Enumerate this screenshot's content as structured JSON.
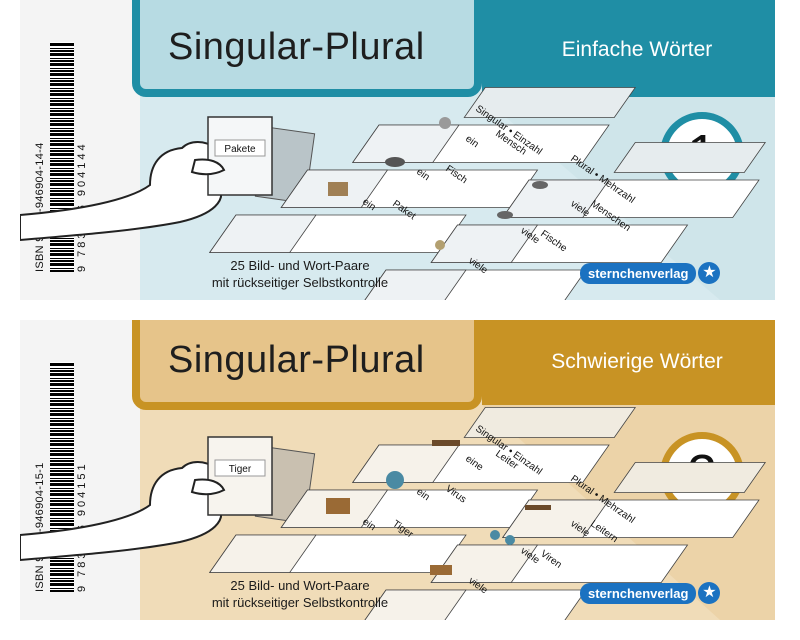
{
  "panels": [
    {
      "title": "Singular-Plural",
      "subtitle": "Einfache Wörter",
      "number": "1",
      "isbn": "ISBN 978-3-946904-14-4",
      "barcode_digits": "9 783946 904144",
      "card_word": "Pakete",
      "pairs_line1": "25 Bild- und Wort-Paare",
      "pairs_line2": "mit rückseitiger Selbstkontrolle",
      "publisher": "sternchenverlag",
      "colors": {
        "accent": "#1f8ea5",
        "title_bg": "#b7dbe3",
        "panel_bg": "#d7eaef",
        "panel_light": "#eef6f8"
      },
      "board_labels": {
        "singular": "Singular • Einzahl",
        "plural": "Plural • Mehrzahl",
        "cards": [
          "ein",
          "Mensch",
          "ein",
          "Fisch",
          "ein",
          "Paket",
          "viele",
          "Menschen",
          "viele",
          "Fische",
          "viele"
        ]
      }
    },
    {
      "title": "Singular-Plural",
      "subtitle": "Schwierige Wörter",
      "number": "2",
      "isbn": "ISBN 978-3-946904-15-1",
      "barcode_digits": "9 783946 904151",
      "card_word": "Tiger",
      "pairs_line1": "25 Bild- und Wort-Paare",
      "pairs_line2": "mit rückseitiger Selbstkontrolle",
      "publisher": "sternchenverlag",
      "colors": {
        "accent": "#c89324",
        "title_bg": "#e6c48a",
        "panel_bg": "#f0dcb8",
        "panel_light": "#f8ecd6"
      },
      "board_labels": {
        "singular": "Singular • Einzahl",
        "plural": "Plural • Mehrzahl",
        "cards": [
          "eine",
          "Leiter",
          "ein",
          "Virus",
          "ein",
          "Tiger",
          "viele",
          "Leitern",
          "viele",
          "Viren",
          "viele"
        ]
      }
    }
  ]
}
